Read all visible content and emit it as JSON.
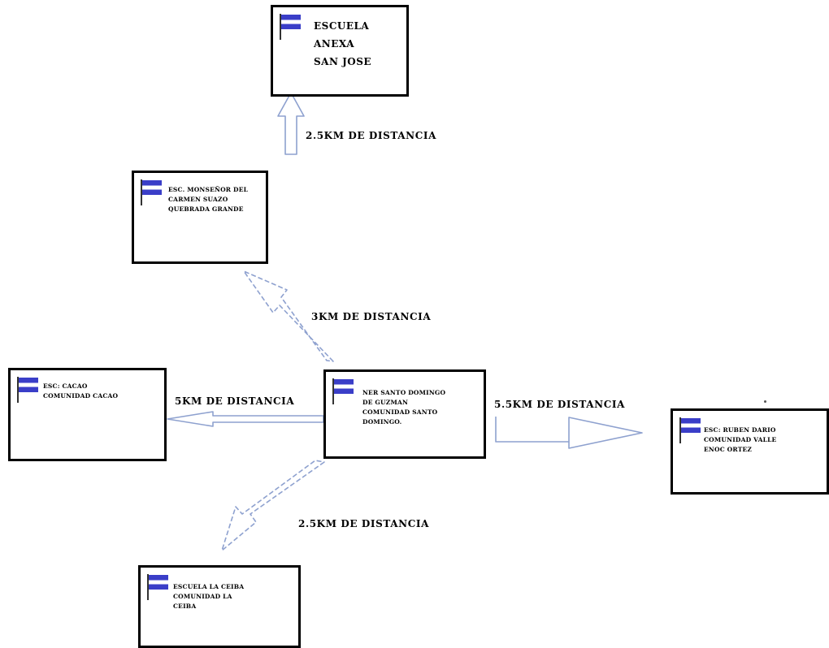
{
  "colors": {
    "border": "#000000",
    "arrow_stroke": "#8ea1cf",
    "flag_blue": "#3a3ec8",
    "flag_white": "#ffffff",
    "flag_pole": "#333333"
  },
  "icons": {
    "flag": "flag-icon"
  },
  "nodes": {
    "anexa": {
      "label": "ESCUELA\nANEXA\nSAN JOSE"
    },
    "monsenor": {
      "label": "ESC. MONSEÑOR DEL\nCARMEN SUAZO\nQUEBRADA GRANDE"
    },
    "cacao": {
      "label": "ESC: CACAO\nCOMUNIDAD CACAO"
    },
    "center": {
      "label": "NER SANTO DOMINGO\nDE GUZMAN\nCOMUNIDAD SANTO\nDOMINGO."
    },
    "dario": {
      "label": "ESC: RUBEN DARIO\nCOMUNIDAD VALLE\nENOC ORTEZ"
    },
    "ceiba": {
      "label": "ESCUELA LA CEIBA\nCOMUNIDAD LA\nCEIBA"
    }
  },
  "distances": {
    "anexa": "2.5KM DE DISTANCIA",
    "monsenor": "3KM DE DISTANCIA",
    "cacao": "5KM DE DISTANCIA",
    "dario": "5.5KM DE DISTANCIA",
    "ceiba": "2.5KM DE DISTANCIA"
  }
}
